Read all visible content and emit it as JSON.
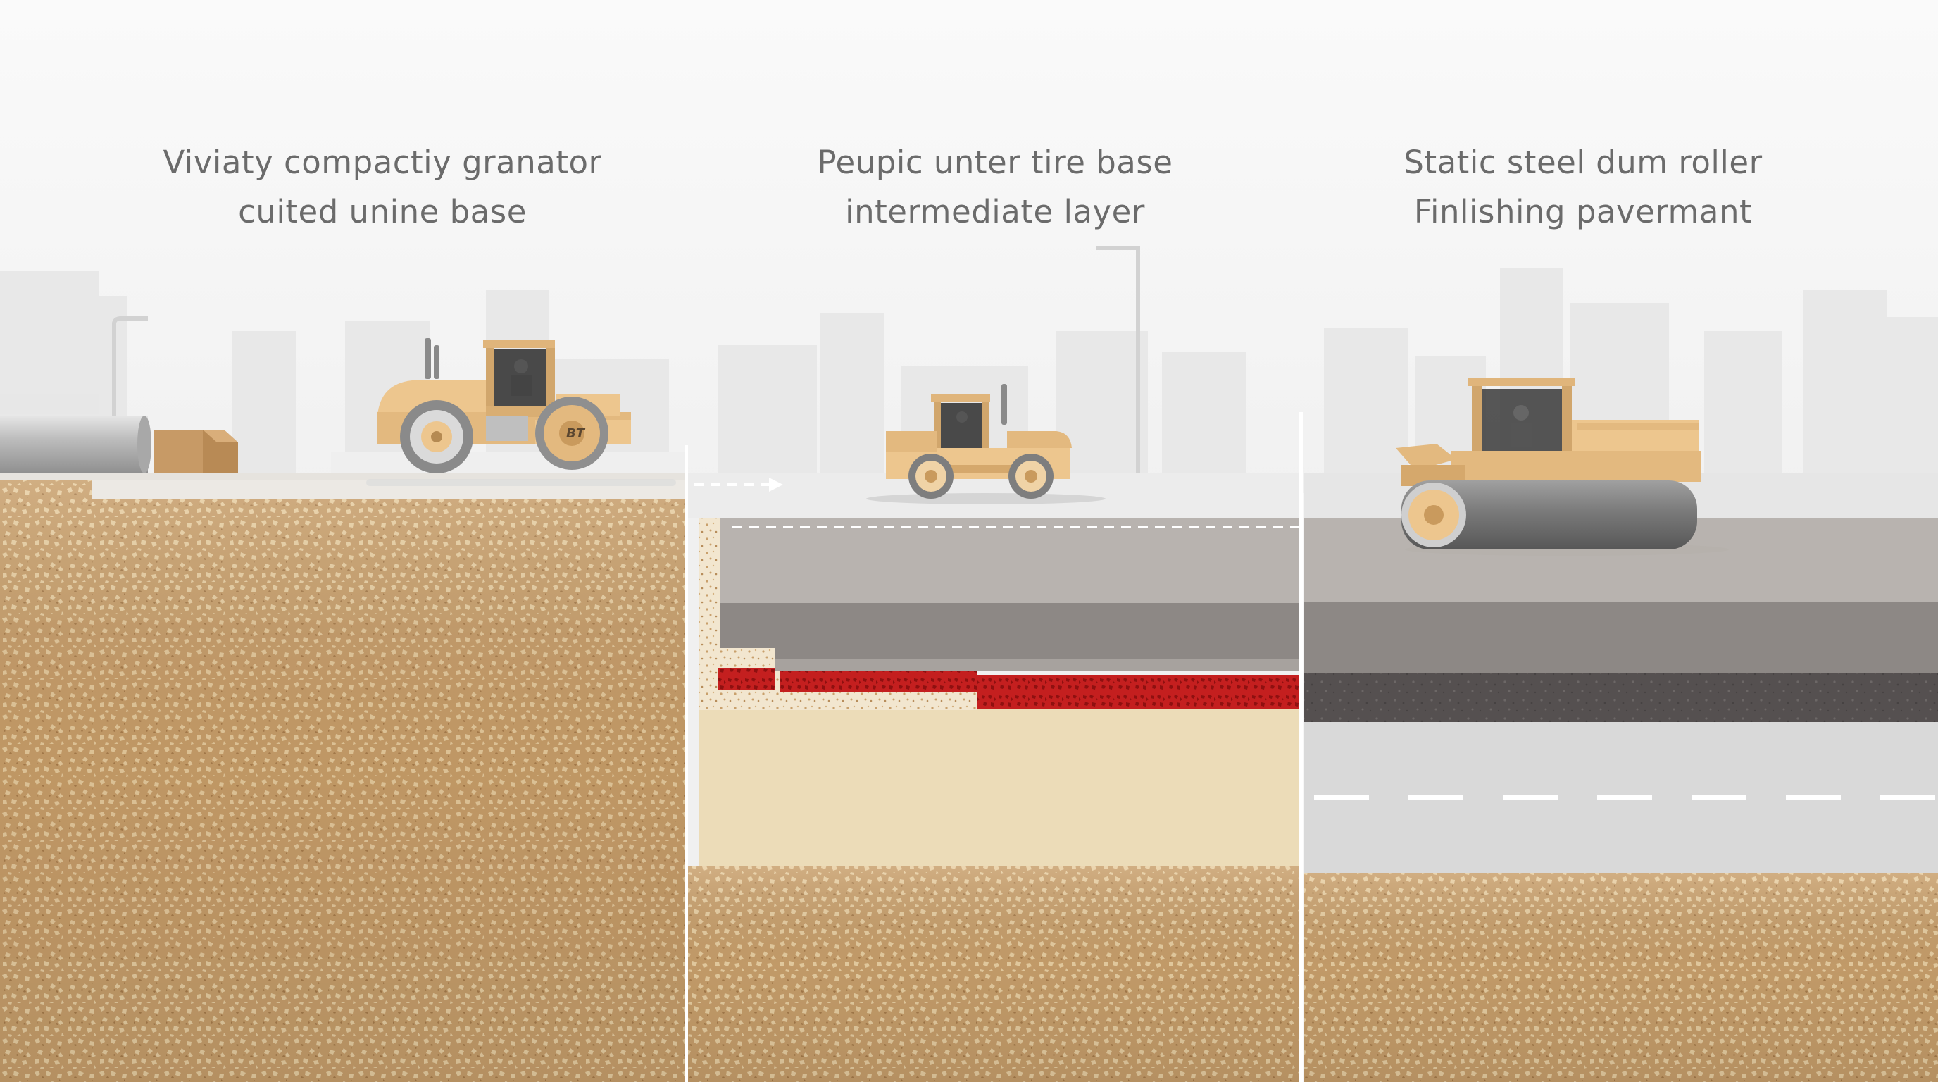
{
  "panels": [
    {
      "caption_line1": "Viviaty compactiy granator",
      "caption_line2": "cuited unine base",
      "roller_type": "vibratory-smooth-drum-roller",
      "roller_badge": "BT"
    },
    {
      "caption_line1": "Peupic unter tire base",
      "caption_line2": "intermediate layer",
      "roller_type": "pneumatic-tire-roller"
    },
    {
      "caption_line1": "Static steel dum roller",
      "caption_line2": "Finlishing pavermant",
      "roller_type": "static-steel-drum-roller"
    }
  ],
  "colors": {
    "sky": "#f7f7f7",
    "skyline": "#e4e4e4",
    "soil": "#c9a06c",
    "soil_speckle": "#e9cfa2",
    "sand_base": "#ecdcb8",
    "red_layer": "#c41f1f",
    "asphalt_dark": "#555050",
    "asphalt_mid": "#8d8885",
    "asphalt_light": "#b8b3af",
    "road_surface": "#d9d9d9",
    "machine_body": "#edc68e",
    "drum_steel": "#8a8a8a",
    "divider": "#ffffff"
  }
}
